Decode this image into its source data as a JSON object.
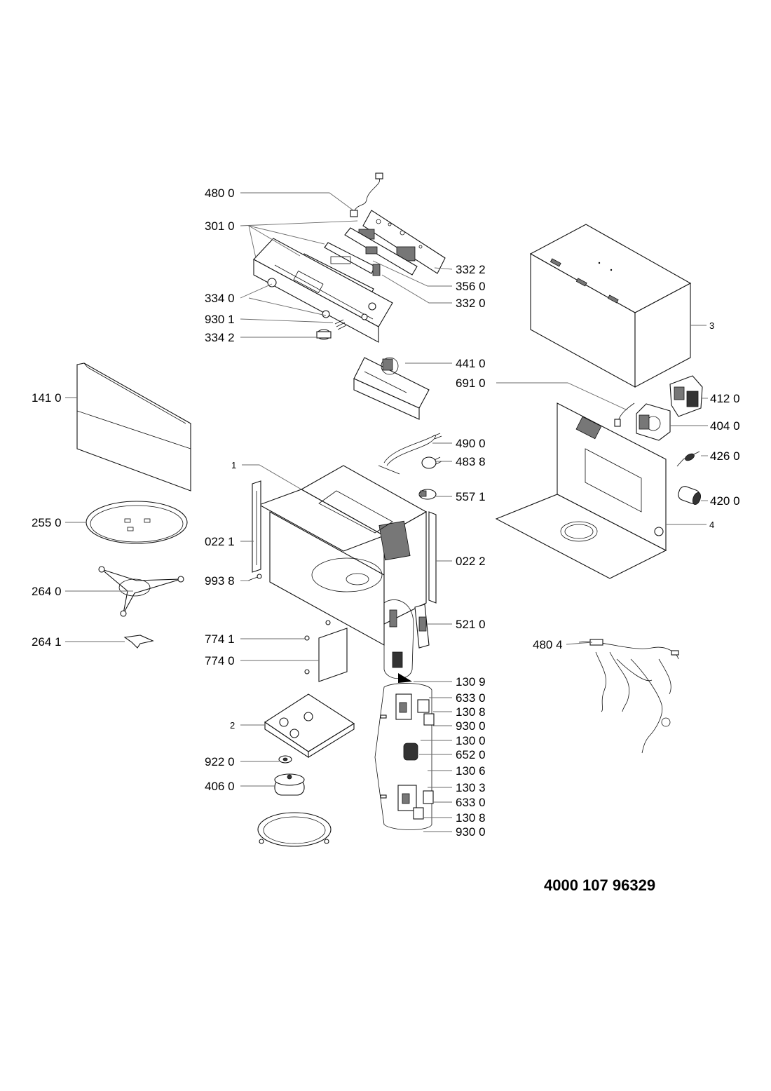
{
  "document_number": "4000 107 96329",
  "callouts": [
    {
      "id": "480-0-top",
      "text": "480 0"
    },
    {
      "id": "301-0",
      "text": "301 0"
    },
    {
      "id": "332-2",
      "text": "332 2"
    },
    {
      "id": "356-0",
      "text": "356 0"
    },
    {
      "id": "332-0",
      "text": "332 0"
    },
    {
      "id": "334-0",
      "text": "334 0"
    },
    {
      "id": "930-1",
      "text": "930 1"
    },
    {
      "id": "334-2",
      "text": "334 2"
    },
    {
      "id": "441-0",
      "text": "441 0"
    },
    {
      "id": "691-0",
      "text": "691 0"
    },
    {
      "id": "141-0",
      "text": "141 0"
    },
    {
      "id": "3",
      "text": "3"
    },
    {
      "id": "412-0",
      "text": "412 0"
    },
    {
      "id": "404-0",
      "text": "404 0"
    },
    {
      "id": "490-0",
      "text": "490 0"
    },
    {
      "id": "483-8",
      "text": "483 8"
    },
    {
      "id": "426-0",
      "text": "426 0"
    },
    {
      "id": "1",
      "text": "1"
    },
    {
      "id": "557-1",
      "text": "557 1"
    },
    {
      "id": "420-0",
      "text": "420 0"
    },
    {
      "id": "255-0",
      "text": "255 0"
    },
    {
      "id": "022-1",
      "text": "022 1"
    },
    {
      "id": "4",
      "text": "4"
    },
    {
      "id": "022-2",
      "text": "022 2"
    },
    {
      "id": "993-8",
      "text": "993 8"
    },
    {
      "id": "264-0",
      "text": "264 0"
    },
    {
      "id": "521-0",
      "text": "521 0"
    },
    {
      "id": "774-1",
      "text": "774 1"
    },
    {
      "id": "480-4",
      "text": "480 4"
    },
    {
      "id": "264-1",
      "text": "264 1"
    },
    {
      "id": "774-0",
      "text": "774 0"
    },
    {
      "id": "130-9",
      "text": "130 9"
    },
    {
      "id": "633-0-a",
      "text": "633 0"
    },
    {
      "id": "2",
      "text": "2"
    },
    {
      "id": "130-8-a",
      "text": "130 8"
    },
    {
      "id": "930-0-a",
      "text": "930 0"
    },
    {
      "id": "130-0",
      "text": "130 0"
    },
    {
      "id": "922-0",
      "text": "922 0"
    },
    {
      "id": "652-0",
      "text": "652 0"
    },
    {
      "id": "130-6",
      "text": "130 6"
    },
    {
      "id": "406-0",
      "text": "406 0"
    },
    {
      "id": "130-3",
      "text": "130 3"
    },
    {
      "id": "633-0-b",
      "text": "633 0"
    },
    {
      "id": "130-8-b",
      "text": "130 8"
    },
    {
      "id": "930-0-b",
      "text": "930 0"
    }
  ]
}
